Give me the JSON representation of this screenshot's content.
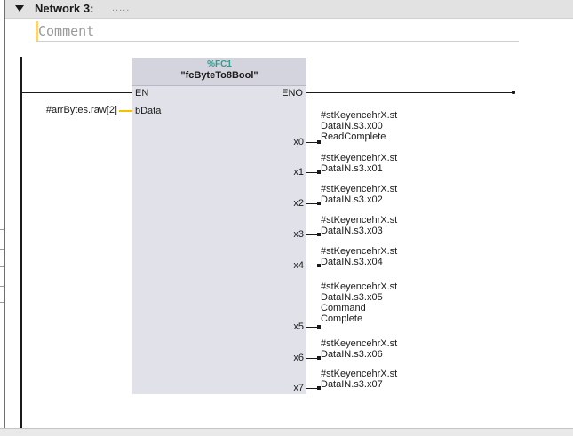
{
  "network": {
    "title": "Network 3:",
    "title_dots": ".....",
    "comment": "Comment"
  },
  "block": {
    "type": "%FC1",
    "name": "\"fcByteTo8Bool\"",
    "en": "EN",
    "eno": "ENO",
    "input_pin": "bData"
  },
  "input": {
    "operand": "#arrBytes.raw[2]"
  },
  "outputs": [
    {
      "pin": "x0",
      "lines": [
        "#stKeyencehrX.st",
        "DataIN.s3.x00",
        "ReadComplete"
      ]
    },
    {
      "pin": "x1",
      "lines": [
        "#stKeyencehrX.st",
        "DataIN.s3.x01"
      ]
    },
    {
      "pin": "x2",
      "lines": [
        "#stKeyencehrX.st",
        "DataIN.s3.x02"
      ]
    },
    {
      "pin": "x3",
      "lines": [
        "#stKeyencehrX.st",
        "DataIN.s3.x03"
      ]
    },
    {
      "pin": "x4",
      "lines": [
        "#stKeyencehrX.st",
        "DataIN.s3.x04"
      ]
    },
    {
      "pin": "x5",
      "lines": [
        "#stKeyencehrX.st",
        "DataIN.s3.x05",
        "Command",
        "Complete"
      ]
    },
    {
      "pin": "x6",
      "lines": [
        "#stKeyencehrX.st",
        "DataIN.s3.x06"
      ]
    },
    {
      "pin": "x7",
      "lines": [
        "#stKeyencehrX.st",
        "DataIN.s3.x07"
      ]
    }
  ],
  "colors": {
    "block_type": "#2f9e8e",
    "input_connector": "#f2c200",
    "header_bg": "#e2e2e2",
    "block_bg": "#e1e1ea"
  },
  "icons": {
    "collapse": "triangle-down-icon"
  }
}
